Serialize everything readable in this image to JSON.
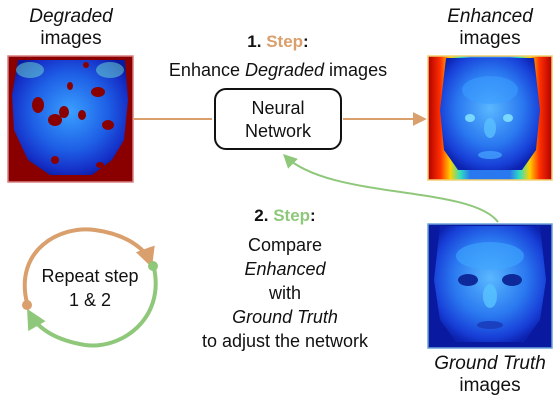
{
  "colors": {
    "step1": "#d99f6c",
    "step2": "#8fc87a",
    "degraded_border": "#d98080",
    "enhanced_border": "#f0d070",
    "groundtruth_border": "#6aa0d8"
  },
  "degraded": {
    "label_italic": "Degraded",
    "label_plain": "images"
  },
  "enhanced": {
    "label_italic": "Enhanced",
    "label_plain": "images"
  },
  "ground_truth": {
    "label_italic": "Ground Truth",
    "label_plain": "images"
  },
  "step1": {
    "number": "1.",
    "word": "Step",
    "colon": ":",
    "text_before": "Enhance ",
    "text_italic": "Degraded",
    "text_after": " images"
  },
  "network": {
    "line1": "Neural",
    "line2": "Network"
  },
  "step2": {
    "number": "2.",
    "word": "Step",
    "colon": ":",
    "line1": "Compare",
    "line2_italic": "Enhanced",
    "line3": "with",
    "line4_italic": "Ground Truth",
    "line5": "to adjust the network"
  },
  "repeat": {
    "line1": "Repeat step",
    "line2": "1 & 2"
  }
}
